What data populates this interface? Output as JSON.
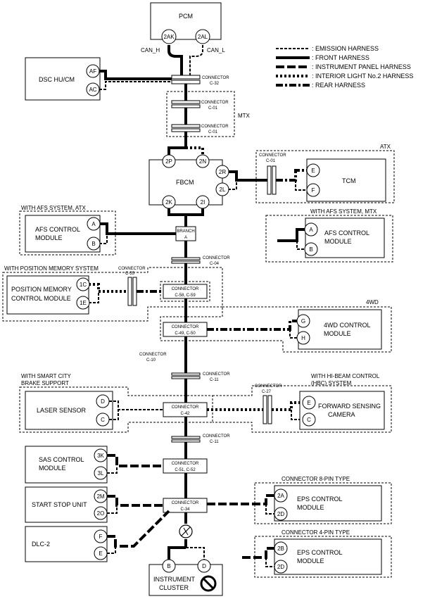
{
  "legend": {
    "emission": ": EMISSION HARNESS",
    "front": ": FRONT HARNESS",
    "instrument_panel": ": INSTRUMENT PANEL HARNESS",
    "interior_light": ": INTERIOR LIGHT No.2 HARNESS",
    "rear": ": REAR HARNESS"
  },
  "pcm": {
    "title": "PCM",
    "pin_h": "2AK",
    "pin_l": "2AL",
    "can_h": "CAN_H",
    "can_l": "CAN_L"
  },
  "dsc": {
    "title": "DSC HU/CM",
    "pin1": "AF",
    "pin2": "AC"
  },
  "connectors": {
    "c32": {
      "label": "CONNECTOR",
      "id": "C-32"
    },
    "c01a": {
      "label": "CONNECTOR",
      "id": "C-01"
    },
    "c01b": {
      "label": "CONNECTOR",
      "id": "C-01"
    },
    "c01t": {
      "label": "CONNECTOR",
      "id": "C-01"
    },
    "c04": {
      "label": "CONNECTOR",
      "id": "C-04"
    },
    "c55": {
      "label": "CONNECTOR",
      "id": "C-55"
    },
    "c58": {
      "label": "CONNECTOR",
      "id": "C-58, C-59"
    },
    "c49": {
      "label": "CONNECTOR",
      "id": "C-49, C-50"
    },
    "c10": {
      "label": "CONNECTOR",
      "id": "C-10"
    },
    "c11a": {
      "label": "CONNECTOR",
      "id": "C-11"
    },
    "c42": {
      "label": "CONNECTOR",
      "id": "C-42"
    },
    "c27": {
      "label": "CONNECTOR",
      "id": "C-27"
    },
    "c11b": {
      "label": "CONNECTOR",
      "id": "C-11"
    },
    "c51": {
      "label": "CONNECTOR",
      "id": "C-51, C-52"
    },
    "c34": {
      "label": "CONNECTOR",
      "id": "C-34"
    }
  },
  "mtx_label": "MTX",
  "atx_label": "ATX",
  "fbcm": {
    "title": "FBCM",
    "p2p": "2P",
    "p2n": "2N",
    "p2r": "2R",
    "p2l": "2L",
    "p2k": "2K",
    "p2i": "2I"
  },
  "tcm": {
    "title": "TCM",
    "pin1": "E",
    "pin2": "F"
  },
  "afs_atx": {
    "group": "WITH AFS SYSTEM, ATX",
    "title1": "AFS CONTROL",
    "title2": "MODULE",
    "pin1": "A",
    "pin2": "B"
  },
  "afs_mtx": {
    "group": "WITH AFS SYSTEM, MTX",
    "title1": "AFS CONTROL",
    "title2": "MODULE",
    "pin1": "A",
    "pin2": "B"
  },
  "branch": {
    "line1": "BRANCH",
    "line2": "A"
  },
  "posmem": {
    "group": "WITH POSITION MEMORY SYSTEM",
    "title1": "POSITION MEMORY",
    "title2": "CONTROL MODULE",
    "pin1": "1C",
    "pin2": "1E"
  },
  "awd": {
    "group": "4WD",
    "title1": "4WD CONTROL",
    "title2": "MODULE",
    "pin1": "G",
    "pin2": "H"
  },
  "laser": {
    "group1": "WITH SMART CITY",
    "group2": "BRAKE SUPPORT",
    "title": "LASER SENSOR",
    "pin1": "D",
    "pin2": "C"
  },
  "fsc": {
    "group1": "WITH HI-BEAM CONTROL",
    "group2": "(HBC) SYSTEM",
    "title1": "FORWARD SENSING",
    "title2": "CAMERA",
    "pin1": "E",
    "pin2": "C"
  },
  "sas": {
    "title1": "SAS CONTROL",
    "title2": "MODULE",
    "pin1": "3K",
    "pin2": "3L"
  },
  "ssu": {
    "title": "START STOP UNIT",
    "pin1": "2M",
    "pin2": "2O"
  },
  "eps8": {
    "group": "CONNECTOR 8-PIN TYPE",
    "title1": "EPS CONTROL",
    "title2": "MODULE",
    "pin1": "2A",
    "pin2": "2D"
  },
  "eps4": {
    "group": "CONNECTOR 4-PIN TYPE",
    "title1": "EPS CONTROL",
    "title2": "MODULE",
    "pin1": "2B",
    "pin2": "2D"
  },
  "dlc": {
    "title": "DLC-2",
    "pin1": "F",
    "pin2": "E"
  },
  "cluster": {
    "title1": "INSTRUMENT",
    "title2": "CLUSTER",
    "pin1": "B",
    "pin2": "D"
  }
}
